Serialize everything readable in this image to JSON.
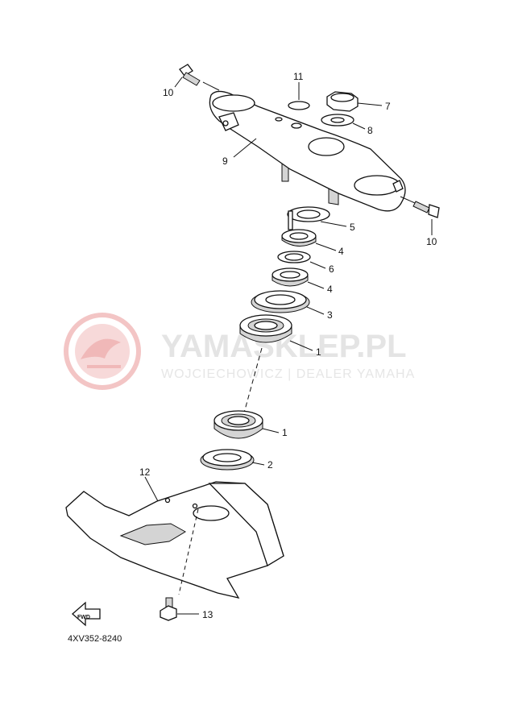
{
  "watermark": {
    "title": "YAMASKLEP.PL",
    "subtitle": "WOJCIECHOWICZ | DEALER YAMAHA",
    "logo_color": "#f3c5c5"
  },
  "diagram_code": "4XV352-8240",
  "fwd_label": "FWD",
  "callouts": [
    {
      "id": "10a",
      "label": "10"
    },
    {
      "id": "11",
      "label": "11"
    },
    {
      "id": "7",
      "label": "7"
    },
    {
      "id": "8",
      "label": "8"
    },
    {
      "id": "9",
      "label": "9"
    },
    {
      "id": "10b",
      "label": "10"
    },
    {
      "id": "5",
      "label": "5"
    },
    {
      "id": "4a",
      "label": "4"
    },
    {
      "id": "6",
      "label": "6"
    },
    {
      "id": "4b",
      "label": "4"
    },
    {
      "id": "3",
      "label": "3"
    },
    {
      "id": "1a",
      "label": "1"
    },
    {
      "id": "1b",
      "label": "1"
    },
    {
      "id": "2",
      "label": "2"
    },
    {
      "id": "12",
      "label": "12"
    },
    {
      "id": "13",
      "label": "13"
    }
  ]
}
